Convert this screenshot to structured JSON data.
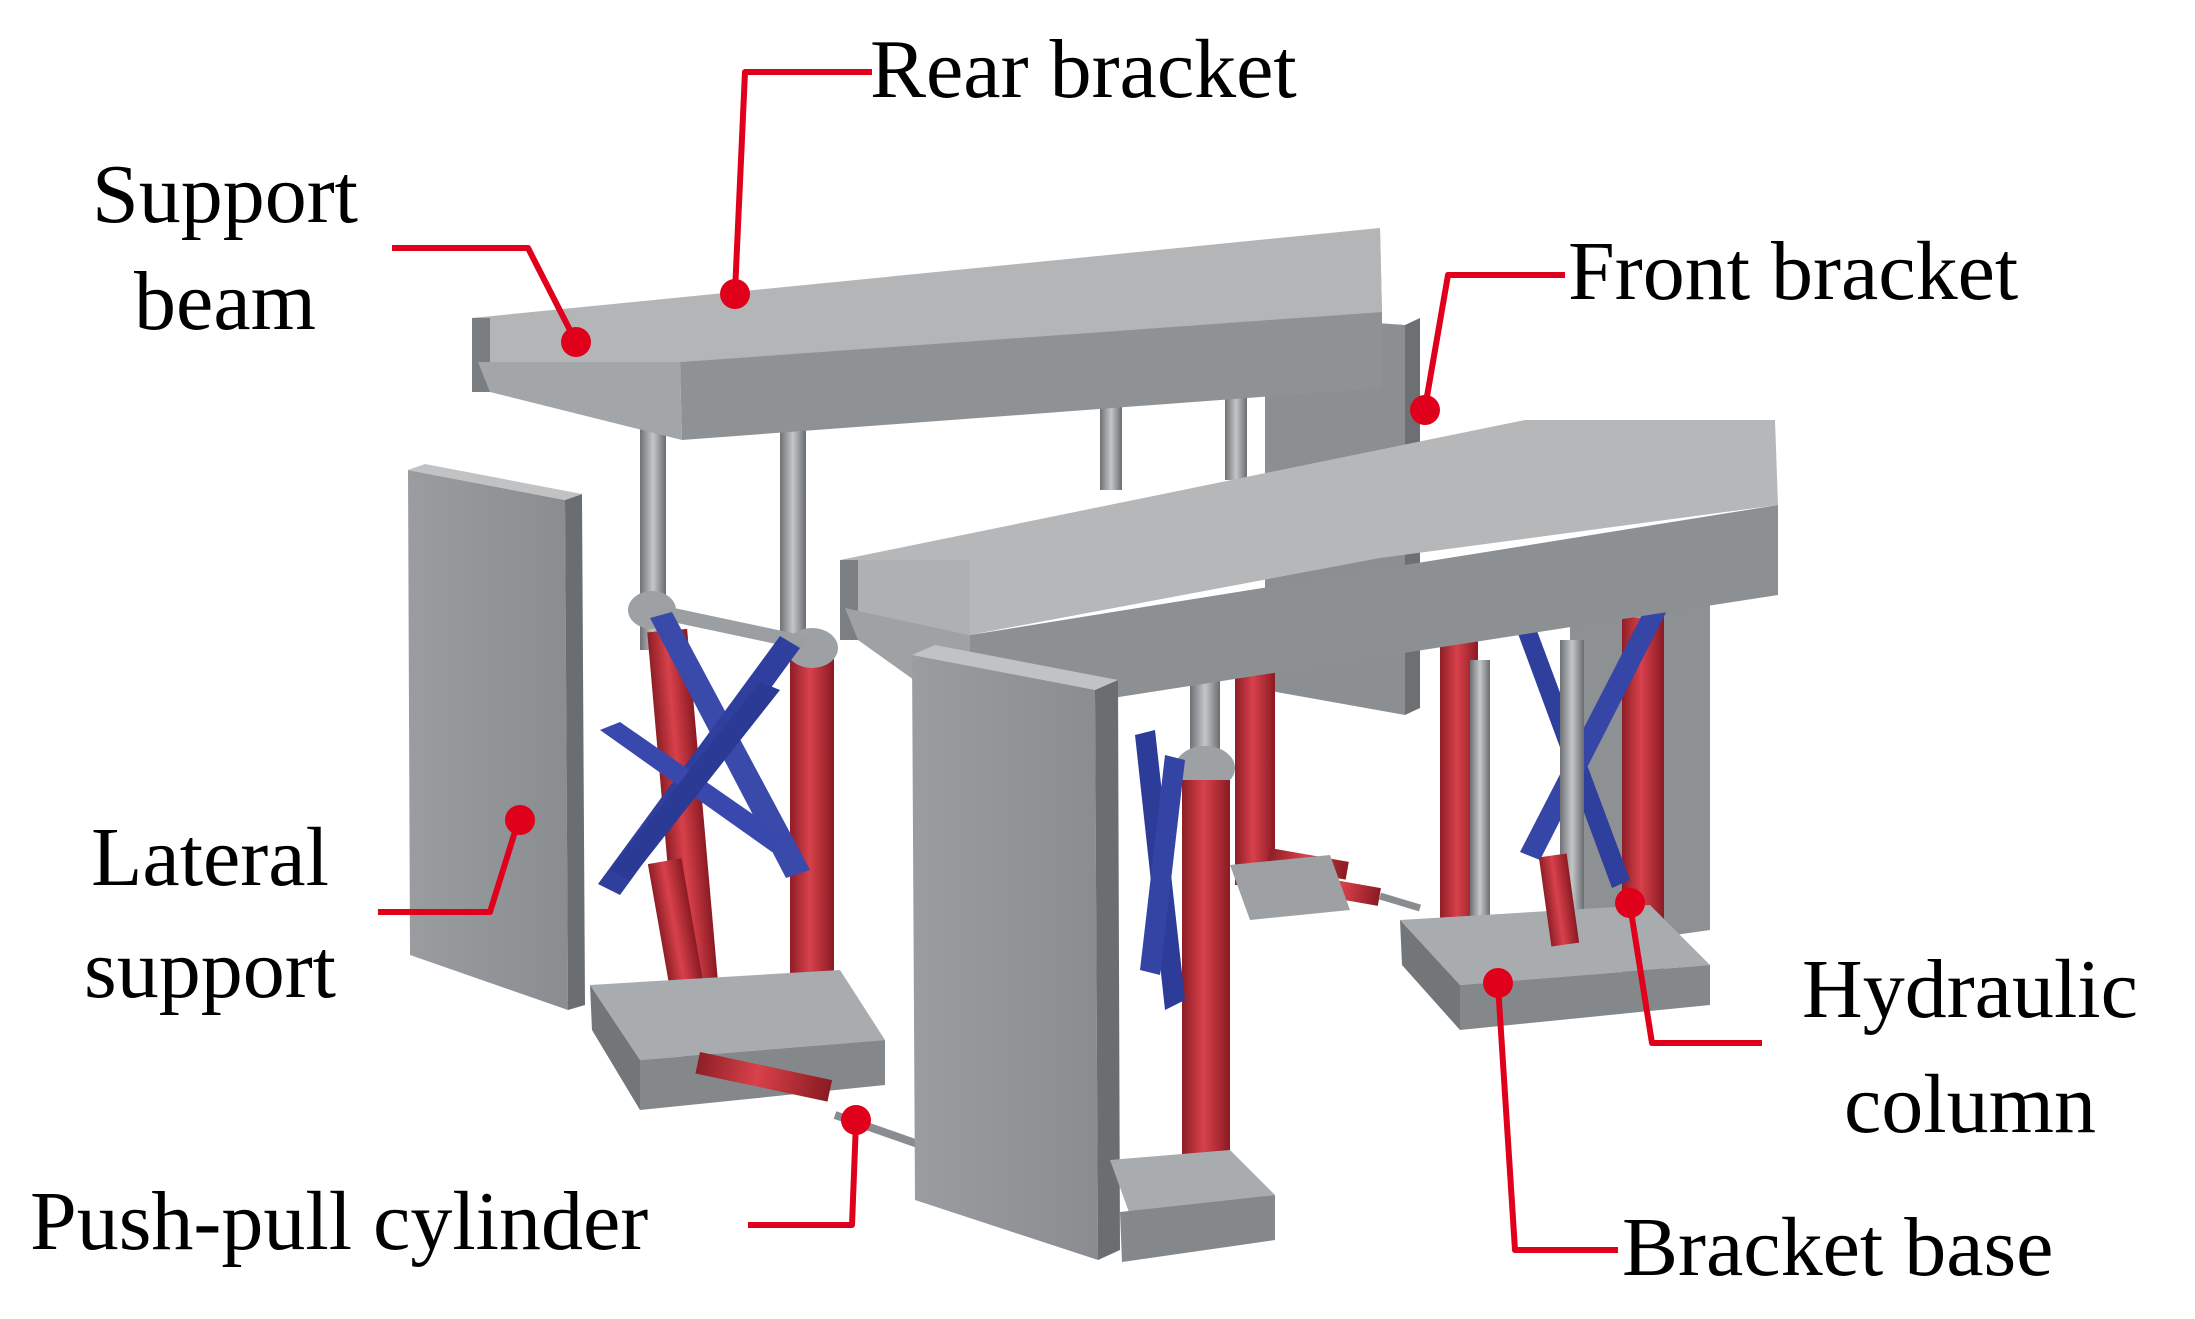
{
  "figure": {
    "labels": {
      "rear_bracket": "Rear bracket",
      "support_beam_line1": "Support",
      "support_beam_line2": "beam",
      "front_bracket": "Front bracket",
      "lateral_support_line1": "Lateral",
      "lateral_support_line2": "support",
      "hydraulic_column_line1": "Hydraulic",
      "hydraulic_column_line2": "column",
      "push_pull_cylinder": "Push-pull cylinder",
      "bracket_base": "Bracket base"
    },
    "colors": {
      "leader": "#e0001b",
      "steel_top": "#b4b6b8",
      "steel_front": "#8e9194",
      "steel_dark": "#6f7274",
      "hydraulic": "#c8323c",
      "brace": "#3344a8",
      "rod": "#9a9da0"
    }
  }
}
